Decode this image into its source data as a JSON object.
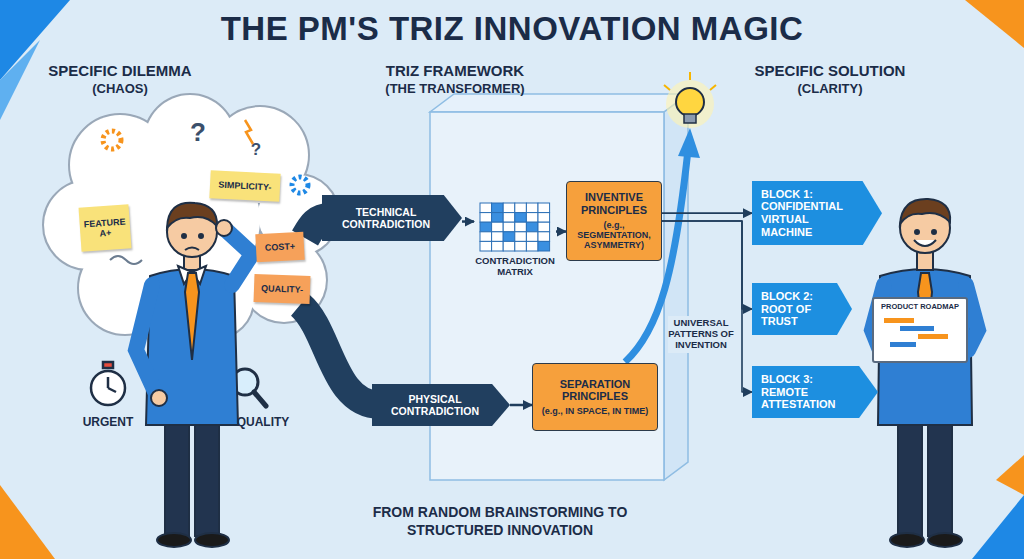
{
  "diagram": {
    "title": "THE PM'S TRIZ INNOVATION MAGIC",
    "caption": "FROM RANDOM BRAINSTORMING TO STRUCTURED INNOVATION",
    "nodes": [
      {
        "text": [
          "FEATURE A+"
        ]
      },
      {
        "text": [
          "SIMPLICITY-"
        ]
      },
      {
        "text": [
          "COST+"
        ]
      },
      {
        "text": [
          "QUALITY-"
        ]
      },
      {
        "text": [
          "TECHNICAL CONTRADICTION"
        ]
      },
      {
        "text": [
          "CONTRADICTION MATRIX"
        ]
      },
      {
        "text": [
          "INVENTIVE PRINCIPLES",
          "(e.g., SEGMENTATION, ASYMMETRY)"
        ]
      },
      {
        "text": [
          "PHYSICAL CONTRADICTION"
        ]
      },
      {
        "text": [
          "SEPARATION PRINCIPLES",
          "(e.g., IN SPACE, IN TIME)"
        ]
      },
      {
        "text": [
          "BLOCK 1: CONFIDENTIAL VIRTUAL MACHINE"
        ]
      },
      {
        "text": [
          "BLOCK 2: ROOT OF TRUST"
        ]
      },
      {
        "text": [
          "BLOCK 3: REMOTE ATTESTATION"
        ]
      },
      {
        "text": [
          "PRODUCT ROADMAP"
        ]
      }
    ],
    "edges": [
      {
        "from": 4,
        "to": 5,
        "arrow": "to"
      },
      {
        "from": 5,
        "to": 6,
        "arrow": "to"
      },
      {
        "from": 7,
        "to": 8,
        "arrow": "to"
      },
      {
        "from": 6,
        "to": 9,
        "arrow": "to"
      },
      {
        "from": 6,
        "to": 10,
        "arrow": "to"
      },
      {
        "from": 6,
        "to": 11,
        "arrow": "to"
      }
    ],
    "labels": [
      "SPECIFIC DILEMMA",
      "(CHAOS)",
      "TRIZ FRAMEWORK",
      "(THE TRANSFORMER)",
      "SPECIFIC SOLUTION",
      "(CLARITY)",
      "URGENT",
      "QUALITY",
      "UNIVERSAL PATTERNS OF INVENTION",
      "?",
      "?"
    ]
  }
}
